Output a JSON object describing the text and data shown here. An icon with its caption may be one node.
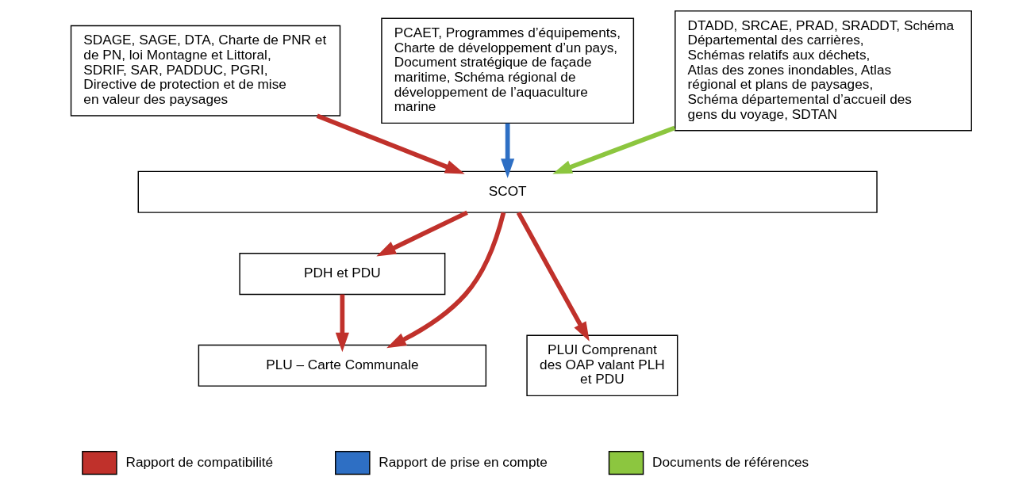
{
  "diagram": {
    "nodes": [
      {
        "text": [
          "SDAGE, SAGE, DTA, Charte de PNR et de PN, loi Montagne et Littoral, SDRIF, SAR, PADDUC, PGRI, Directive de protection et de mise en valeur des paysages"
        ]
      },
      {
        "text": [
          "PCAET, Programmes d’équipements, Charte de développement d’un pays, Document stratégique de façade maritime, Schéma régional de développement de l’aquaculture marine"
        ]
      },
      {
        "text": [
          "DTADD, SRCAE, PRAD, SRADDT, Schéma Départemental des carrières, Schémas relatifs aux déchets, Atlas des zones inondables, Atlas régional et plans de paysages, Schéma départemental d’accueil des gens du voyage, SDTAN"
        ]
      },
      {
        "text": [
          "SCOT"
        ]
      },
      {
        "text": [
          "PDH et PDU"
        ]
      },
      {
        "text": [
          "PLU – Carte Communale"
        ]
      },
      {
        "text": [
          "PLUI Comprenant des OAP valant PLH et PDU"
        ]
      }
    ],
    "edges": [
      {
        "from": 0,
        "to": 3,
        "arrow": "to"
      },
      {
        "from": 1,
        "to": 3,
        "arrow": "to",
        "color": "#2e6fc4"
      },
      {
        "from": 2,
        "to": 3,
        "arrow": "to",
        "color": "#8cc63f"
      },
      {
        "from": 3,
        "to": 4,
        "arrow": "to"
      },
      {
        "from": 4,
        "to": 5,
        "arrow": "to"
      },
      {
        "from": 3,
        "to": 5,
        "arrow": "to"
      },
      {
        "from": 3,
        "to": 6,
        "arrow": "to"
      }
    ],
    "legend": [
      {
        "text": "Rapport de compatibilité",
        "color": "#c0312b"
      },
      {
        "text": "Rapport de prise en compte",
        "color": "#2e6fc4"
      },
      {
        "text": "Documents de références",
        "color": "#8cc63f"
      }
    ]
  }
}
